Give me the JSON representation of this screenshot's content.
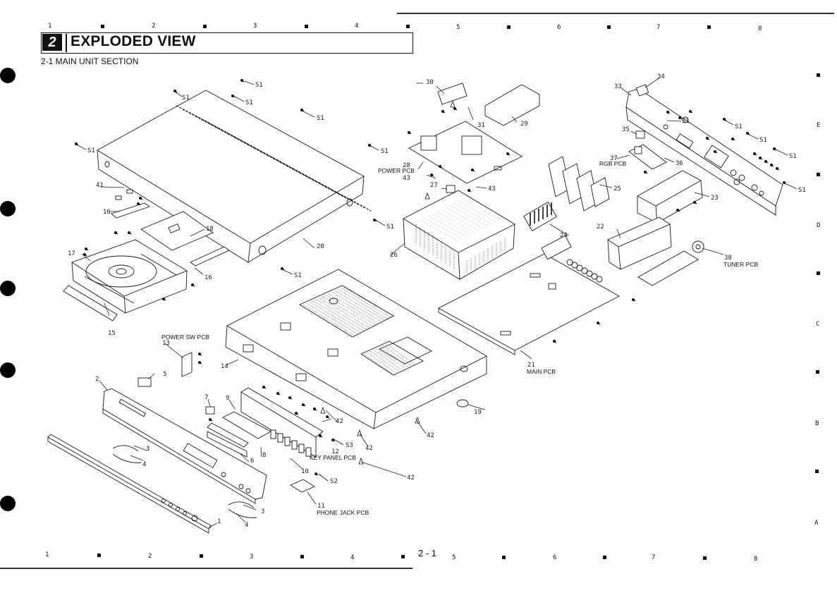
{
  "header": {
    "section_number": "2",
    "title": "EXPLODED VIEW",
    "subtitle": "2-1 MAIN UNIT SECTION"
  },
  "page_number": "2 - 1",
  "grid": {
    "top_numbers": [
      "1",
      "2",
      "3",
      "4",
      "5",
      "6",
      "7",
      "8"
    ],
    "bottom_numbers": [
      "1",
      "2",
      "3",
      "4",
      "5",
      "6",
      "7",
      "8"
    ],
    "side_letters": [
      "E",
      "D",
      "C",
      "B",
      "A"
    ]
  },
  "pcb_labels": {
    "power": "POWER PCB",
    "rgb": "RGB PCB",
    "tuner": "TUNER PCB",
    "main": "MAIN PCB",
    "power_sw": "POWER SW PCB",
    "key_panel": "KEY PANEL PCB",
    "phone_jack": "PHONE JACK PCB"
  },
  "callouts": {
    "s1": "S1",
    "s2": "S2",
    "s3": "S3",
    "n1": "1",
    "n2": "2",
    "n3": "3",
    "n4": "4",
    "n5": "5",
    "n6": "6",
    "n7": "7",
    "n8": "8",
    "n9": "9",
    "n10": "10",
    "n11": "11",
    "n12": "12",
    "n13": "13",
    "n14": "14",
    "n15": "15",
    "n16": "16",
    "n17": "17",
    "n18": "18",
    "n19": "19",
    "n20": "20",
    "n21": "21",
    "n22": "22",
    "n23": "23",
    "n24": "24",
    "n25": "25",
    "n26": "26",
    "n27": "27",
    "n28": "28",
    "n29": "29",
    "n30": "30",
    "n31": "31",
    "n33": "33",
    "n34": "34",
    "n35": "35",
    "n36": "36",
    "n37": "37",
    "n38": "38",
    "n41": "41",
    "n42": "42",
    "n43": "43"
  }
}
